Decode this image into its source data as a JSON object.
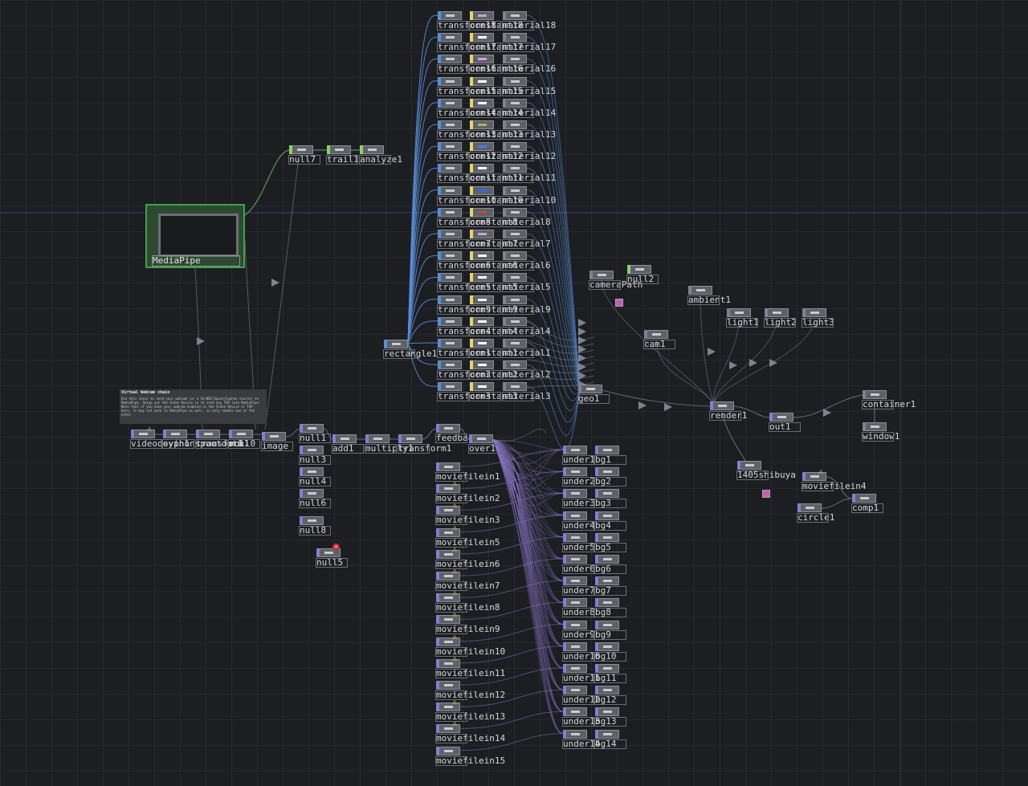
{
  "colors": {
    "wire_blue": "#5b8ed6",
    "wire_purple": "#8c79c8",
    "wire_grey": "#7b8590",
    "top_green": "#8bd16b",
    "chop_green": "#3fa34a",
    "mat_yellow": "#e5d36b",
    "top_purple": "#8a7cd1",
    "top_blue": "#5a8fd6"
  },
  "mediapipe_label": "MediaPipe",
  "comment": {
    "title": "Virtual Webcam chain",
    "body": "Use this chain to send your webcam (or a VJ/NDI/Spout/Syphon source) to MediaPipe. Setup out the Video Device in to send any TOP into MediaPipe. Note that if you have your webcam enabled in the Video Device or TOP here, it may not work in MediaPipe as well, so only enable one or the other."
  },
  "nodes": [
    {
      "name": "null7",
      "label": "null7",
      "icon": "wave-icon"
    },
    {
      "name": "trail1",
      "label": "trail1",
      "icon": "wave-icon"
    },
    {
      "name": "analyze1",
      "label": "analyze1",
      "icon": "wave-icon"
    },
    {
      "name": "videodevin",
      "label": "videodevin1",
      "icon": "top-thumb-icon"
    },
    {
      "name": "syphon",
      "label": "syphonspoutout1",
      "icon": "top-thumb-icon"
    },
    {
      "name": "transform1",
      "label": "transform1",
      "icon": "top-thumb-icon"
    },
    {
      "name": "null0",
      "label": "null0",
      "icon": "top-thumb-icon"
    },
    {
      "name": "image",
      "label": "image",
      "icon": "top-thumb-icon"
    },
    {
      "name": "null1",
      "label": "null1",
      "icon": "top-thumb-icon"
    },
    {
      "name": "null3",
      "label": "null3",
      "icon": "top-thumb-icon"
    },
    {
      "name": "null4",
      "label": "null4",
      "icon": "top-thumb-icon"
    },
    {
      "name": "null6",
      "label": "null6",
      "icon": "top-thumb-icon"
    },
    {
      "name": "null8",
      "label": "null8",
      "icon": "top-thumb-icon"
    },
    {
      "name": "null5",
      "label": "null5",
      "icon": "top-thumb-icon"
    },
    {
      "name": "add",
      "label": "add1",
      "icon": "top-thumb-icon"
    },
    {
      "name": "multiply",
      "label": "multiply1",
      "icon": "top-thumb-icon"
    },
    {
      "name": "transform2",
      "label": "transform1",
      "icon": "top-thumb-icon"
    },
    {
      "name": "feedback",
      "label": "feedback1",
      "icon": "top-thumb-icon"
    },
    {
      "name": "over1",
      "label": "over1",
      "icon": "top-thumb-icon"
    },
    {
      "name": "rectangle1",
      "label": "rectangle1",
      "icon": "top-thumb-icon"
    },
    {
      "name": "camerapath",
      "label": "cameraPath",
      "icon": "camera-icon"
    },
    {
      "name": "null2",
      "label": "null2",
      "icon": "wave-icon"
    },
    {
      "name": "cam1",
      "label": "cam1",
      "icon": "camera-icon"
    },
    {
      "name": "ambient1",
      "label": "ambient1",
      "icon": "light-icon"
    },
    {
      "name": "light1",
      "label": "light1",
      "icon": "light-icon"
    },
    {
      "name": "light2",
      "label": "light2",
      "icon": "light-icon"
    },
    {
      "name": "light3",
      "label": "light3",
      "icon": "light-icon"
    },
    {
      "name": "geo1",
      "label": "geo1",
      "icon": "geo-icon"
    },
    {
      "name": "render1",
      "label": "render1",
      "icon": "top-thumb-icon"
    },
    {
      "name": "out1",
      "label": "out1",
      "icon": "top-thumb-icon"
    },
    {
      "name": "container1",
      "label": "container1",
      "icon": "panel-icon"
    },
    {
      "name": "window1",
      "label": "window1",
      "icon": "window-icon"
    },
    {
      "name": "shibuya",
      "label": "1405shibuya",
      "icon": "top-thumb-icon"
    },
    {
      "name": "moviefilein4",
      "label": "moviefilein4",
      "icon": "top-thumb-icon"
    },
    {
      "name": "circle1",
      "label": "circle1",
      "icon": "top-thumb-icon"
    },
    {
      "name": "comp1",
      "label": "comp1",
      "icon": "top-thumb-icon"
    }
  ],
  "transform_rows": [
    {
      "t": "transform18",
      "c": "constant18",
      "m": "material18"
    },
    {
      "t": "transform17",
      "c": "constant17",
      "m": "material17"
    },
    {
      "t": "transform16",
      "c": "constant16",
      "m": "material16"
    },
    {
      "t": "transform15",
      "c": "constant15",
      "m": "material15"
    },
    {
      "t": "transform14",
      "c": "constant14",
      "m": "material14"
    },
    {
      "t": "transform13",
      "c": "constant13",
      "m": "material13"
    },
    {
      "t": "transform12",
      "c": "constant12",
      "m": "material12"
    },
    {
      "t": "transform11",
      "c": "constant11",
      "m": "material11"
    },
    {
      "t": "transform10",
      "c": "constant10",
      "m": "material10"
    },
    {
      "t": "transform8",
      "c": "constant8",
      "m": "material8"
    },
    {
      "t": "transform7",
      "c": "constant7",
      "m": "material7"
    },
    {
      "t": "transform6",
      "c": "constant6",
      "m": "material6"
    },
    {
      "t": "transform5",
      "c": "constant5",
      "m": "material5"
    },
    {
      "t": "transform9",
      "c": "constant9",
      "m": "material9"
    },
    {
      "t": "transform4",
      "c": "constant4",
      "m": "material4"
    },
    {
      "t": "transform1",
      "c": "constant1",
      "m": "material1"
    },
    {
      "t": "transform2",
      "c": "constant2",
      "m": "material2"
    },
    {
      "t": "transform3",
      "c": "constant3",
      "m": "material3"
    }
  ],
  "movies": [
    "moviefilein1",
    "moviefilein2",
    "moviefilein3",
    "moviefilein5",
    "moviefilein6",
    "moviefilein7",
    "moviefilein8",
    "moviefilein9",
    "moviefilein10",
    "moviefilein11",
    "moviefilein12",
    "moviefilein13",
    "moviefilein14",
    "moviefilein15"
  ],
  "under_rows": [
    {
      "u": "under1",
      "b": "bg1"
    },
    {
      "u": "under2",
      "b": "bg2"
    },
    {
      "u": "under3",
      "b": "bg3"
    },
    {
      "u": "under4",
      "b": "bg4"
    },
    {
      "u": "under5",
      "b": "bg5"
    },
    {
      "u": "under6",
      "b": "bg6"
    },
    {
      "u": "under7",
      "b": "bg7"
    },
    {
      "u": "under8",
      "b": "bg8"
    },
    {
      "u": "under9",
      "b": "bg9"
    },
    {
      "u": "under10",
      "b": "bg10"
    },
    {
      "u": "under11",
      "b": "bg11"
    },
    {
      "u": "under12",
      "b": "bg12"
    },
    {
      "u": "under13",
      "b": "bg13"
    },
    {
      "u": "under14",
      "b": "bg14"
    }
  ]
}
